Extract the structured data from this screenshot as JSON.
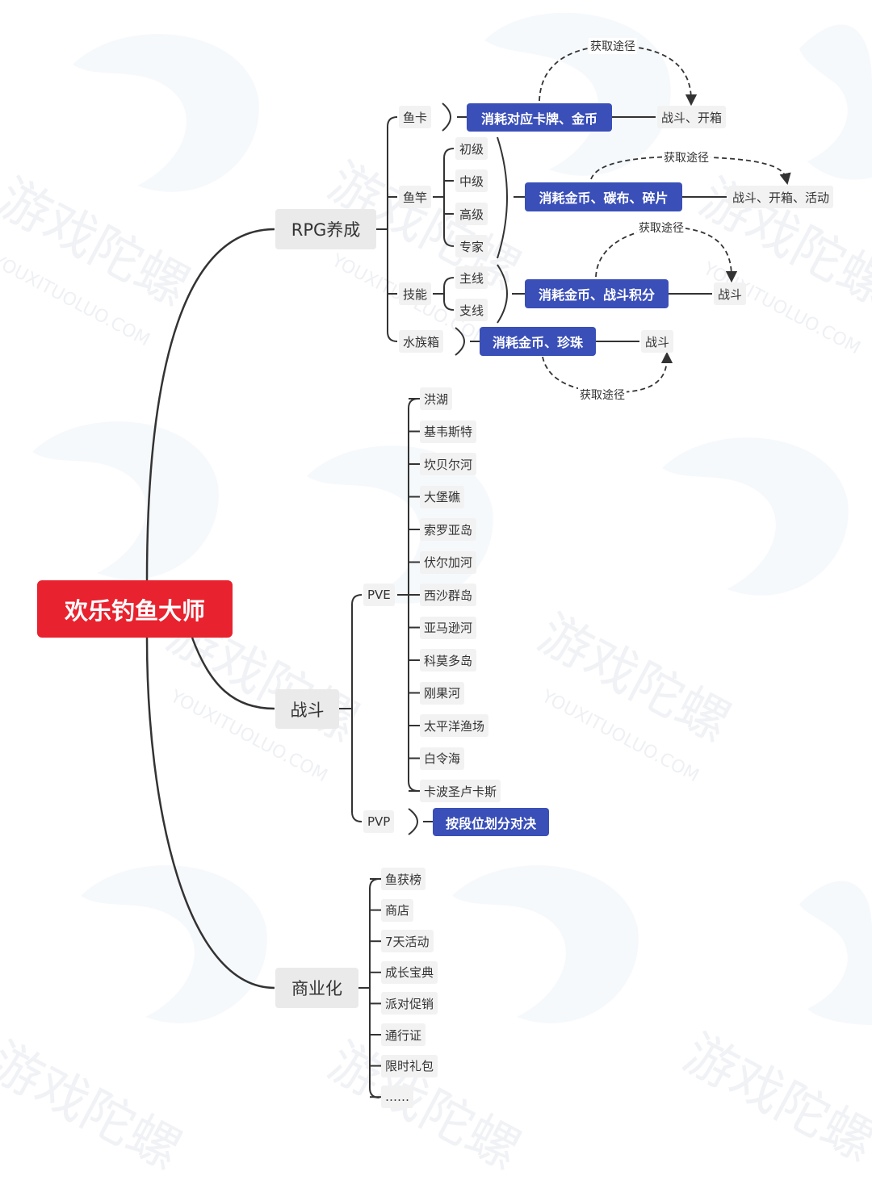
{
  "title": "欢乐钓鱼大师",
  "branches": {
    "rpg": {
      "label": "RPG养成",
      "items": {
        "fish_card": {
          "label": "鱼卡",
          "consume": "消耗对应卡牌、金币",
          "source": "战斗、开箱",
          "path": "获取途径"
        },
        "rod": {
          "label": "鱼竿",
          "levels": [
            "初级",
            "中级",
            "高级",
            "专家"
          ],
          "consume": "消耗金币、碳布、碎片",
          "source": "战斗、开箱、活动",
          "path": "获取途径"
        },
        "skill": {
          "label": "技能",
          "lines": [
            "主线",
            "支线"
          ],
          "consume": "消耗金币、战斗积分",
          "source": "战斗",
          "path": "获取途径"
        },
        "aquarium": {
          "label": "水族箱",
          "consume": "消耗金币、珍珠",
          "source": "战斗",
          "path": "获取途径"
        }
      }
    },
    "battle": {
      "label": "战斗",
      "pve": {
        "label": "PVE",
        "maps": [
          "洪湖",
          "基韦斯特",
          "坎贝尔河",
          "大堡礁",
          "索罗亚岛",
          "伏尔加河",
          "西沙群岛",
          "亚马逊河",
          "科莫多岛",
          "刚果河",
          "太平洋渔场",
          "白令海",
          "卡波圣卢卡斯"
        ]
      },
      "pvp": {
        "label": "PVP",
        "detail": "按段位划分对决"
      }
    },
    "commerce": {
      "label": "商业化",
      "items": [
        "鱼获榜",
        "商店",
        "7天活动",
        "成长宝典",
        "派对促销",
        "通行证",
        "限时礼包",
        "……"
      ]
    }
  },
  "watermark": {
    "cn": "游戏陀螺",
    "en": "YOUXITUOLUO.COM"
  },
  "colors": {
    "root": "#e8222e",
    "accent": "#3a4fb8",
    "line": "#333333"
  }
}
